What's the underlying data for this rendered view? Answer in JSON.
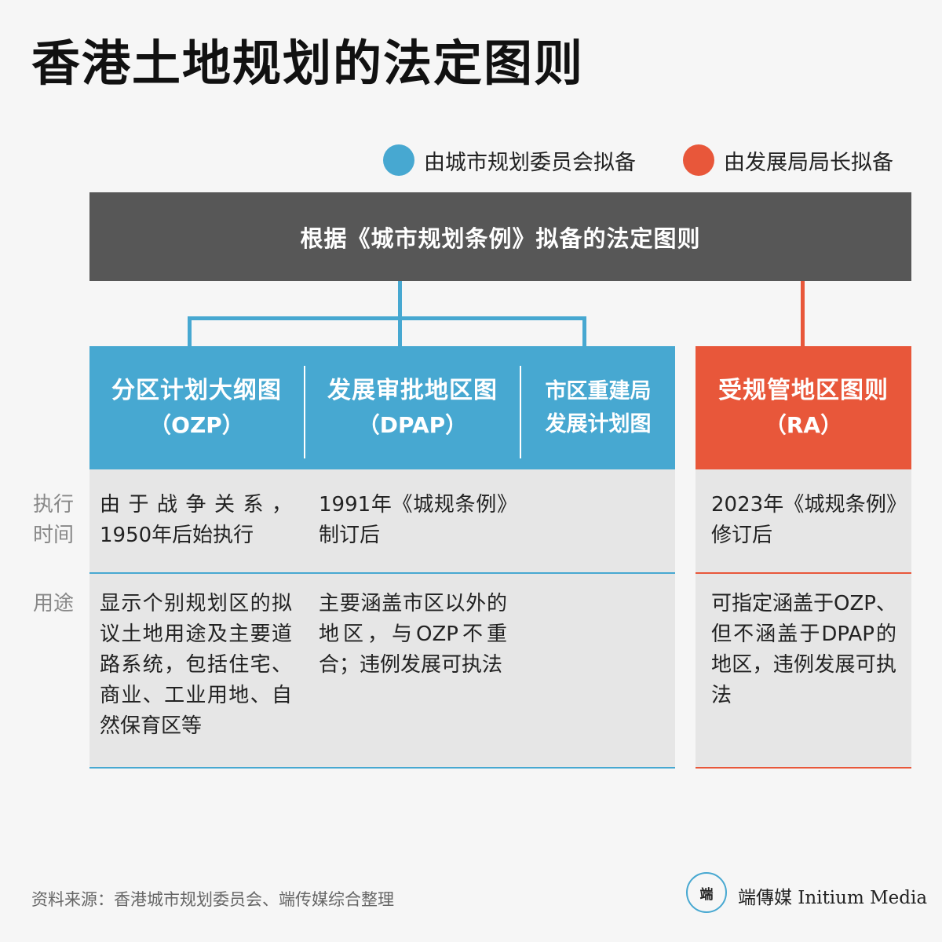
{
  "title": "香港土地规划的法定图则",
  "legend": {
    "tpb": {
      "label": "由城市规划委员会拟备",
      "color": "#47a8d1"
    },
    "sdev": {
      "label": "由发展局局长拟备",
      "color": "#e8573a"
    }
  },
  "header": "根据《城市规划条例》拟备的法定图则",
  "columns": {
    "ozp": {
      "title": "分区计划大纲图",
      "abbr": "（OZP）"
    },
    "dpap": {
      "title": "发展审批地区图",
      "abbr": "（DPAP）"
    },
    "ura": {
      "line1": "市区重建局",
      "line2": "发展计划图"
    },
    "ra": {
      "title": "受规管地区图则",
      "abbr": "（RA）"
    }
  },
  "rows": {
    "timing": {
      "label_line1": "执行",
      "label_line2": "时间",
      "ozp": "由于战争关系，1950年后始执行",
      "dpap": "1991年《城规条例》制订后",
      "ra": "2023年《城规条例》修订后"
    },
    "purpose": {
      "label": "用途",
      "ozp": "显示个别规划区的拟议土地用途及主要道路系统，包括住宅、商业、工业用地、自然保育区等",
      "dpap": "主要涵盖市区以外的地区，与OZP不重合；违例发展可执法",
      "ra": "可指定涵盖于OZP、但不涵盖于DPAP的地区，违例发展可执法"
    }
  },
  "source": "资料来源：香港城市规划委员会、端传媒综合整理",
  "logo": {
    "mark": "端",
    "text": "端傳媒 Initium Media"
  }
}
